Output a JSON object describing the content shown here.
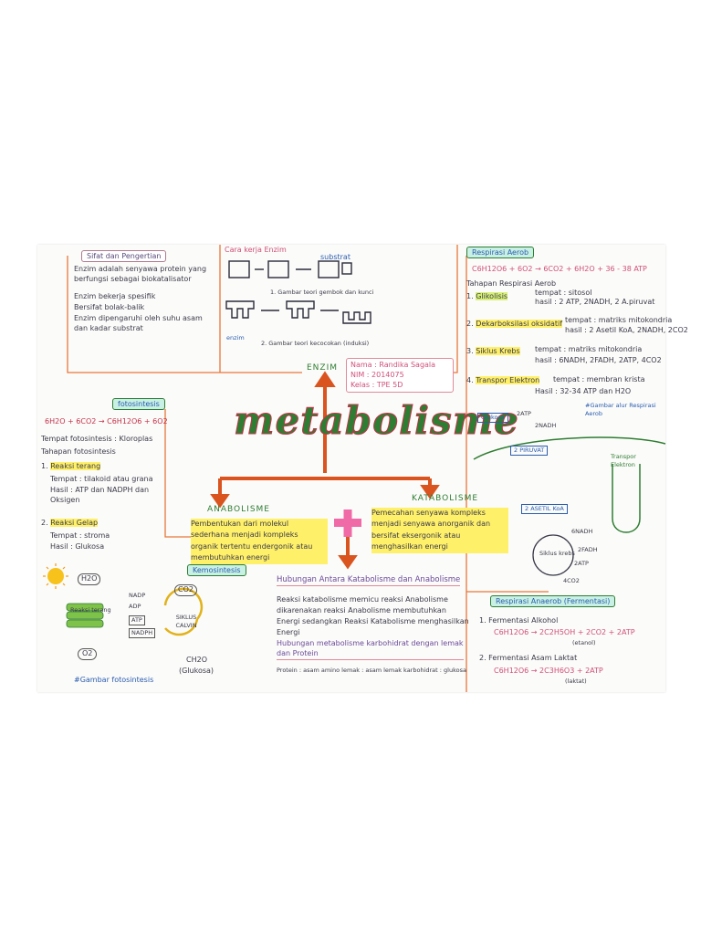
{
  "title": "metabolisme",
  "identity": {
    "nama": "Nama : Randika Sagala",
    "nim": "NIM : 2014075",
    "kelas": "Kelas : TPE 5D"
  },
  "enzim": {
    "label": "ENZIM",
    "sifat_title": "Sifat dan Pengertian",
    "sifat_items": [
      "Enzim adalah senyawa protein yang berfungsi sebagai biokatalisator",
      "Enzim bekerja spesifik",
      "Bersifat bolak-balik",
      "Enzim dipengaruhi oleh suhu asam dan kadar substrat"
    ],
    "cara_title": "Cara kerja Enzim",
    "cara_caption1": "1. Gambar teori gembok dan kunci",
    "cara_caption2": "2. Gambar teori kecocokan (induksi)",
    "labels": [
      "substrat",
      "enzim"
    ]
  },
  "fotosintesis": {
    "title": "fotosintesis",
    "equation": "6H2O + 6CO2 → C6H12O6 + 6O2",
    "tempat": "Tempat fotosintesis : Kloroplas",
    "tahapan": "Tahapan fotosintesis",
    "terang_title": "Reaksi terang",
    "terang_tempat": "Tempat : tilakoid atau grana",
    "terang_hasil": "Hasil : ATP dan NADPH dan Oksigen",
    "gelap_title": "Reaksi Gelap",
    "gelap_tempat": "Tempat : stroma",
    "gelap_hasil": "Hasil : Glukosa",
    "diagram_caption": "#Gambar fotosintesis",
    "diagram_labels": [
      "H2O",
      "O2",
      "NADP",
      "ADP",
      "ATP",
      "NADPH",
      "CO2",
      "SIKLUS CALVIN",
      "CH2O",
      "(Glukosa)",
      "Reaksi terang"
    ]
  },
  "anabolisme": {
    "label": "ANABOLISME",
    "definition": "Pembentukan dari molekul sederhana menjadi kompleks organik tertentu endergonik atau membutuhkan energi"
  },
  "katabolisme": {
    "label": "KATABOLISME",
    "definition": "Pemecahan senyawa kompleks menjadi senyawa anorganik dan bersifat eksergonik atau menghasilkan energi"
  },
  "kemosintesis": {
    "title": "Kemosintesis"
  },
  "hubungan": {
    "title": "Hubungan Antara Katabolisme dan Anabolisme",
    "lines": [
      "Reaksi katabolisme memicu reaksi Anabolisme",
      "dikarenakan reaksi Anabolisme membutuhkan",
      "Energi sedangkan Reaksi Katabolisme menghasilkan",
      "Energi"
    ],
    "highlight": "Hubungan metabolisme karbohidrat dengan lemak dan Protein",
    "footer": "Protein : asam amino   lemak : asam lemak   karbohidrat : glukosa"
  },
  "respirasi_aerob": {
    "title": "Respirasi Aerob",
    "equation": "C6H12O6 + 6O2 → 6CO2 + 6H2O + 36 - 38 ATP",
    "tahapan": "Tahapan Respirasi Aerob",
    "steps": [
      {
        "name": "Glikolisis",
        "tempat": "tempat : sitosol",
        "hasil": "hasil : 2 ATP, 2NADH, 2 A.piruvat"
      },
      {
        "name": "Dekarboksilasi oksidatif",
        "tempat": "tempat : matriks mitokondria",
        "hasil": "hasil : 2 Asetil KoA, 2NADH, 2CO2"
      },
      {
        "name": "Siklus Krebs",
        "tempat": "tempat : matriks mitokondria",
        "hasil": "hasil : 6NADH, 2FADH, 2ATP, 4CO2"
      },
      {
        "name": "Transpor Elektron",
        "tempat": "tempat : membran krista",
        "hasil": "Hasil : 32-34 ATP dan H2O"
      }
    ],
    "diagram_caption": "#Gambar alur Respirasi Aerob",
    "diagram_labels": [
      "Glukosa",
      "2ATP",
      "2NADH",
      "2 PIRUVAT",
      "2 ASETIL KoA",
      "Siklus krebs",
      "6NADH",
      "2FADH",
      "2ATP",
      "4CO2",
      "Transpor Elektron"
    ]
  },
  "respirasi_anaerob": {
    "title": "Respirasi Anaerob (Fermentasi)",
    "step1": "1. Fermentasi Alkohol",
    "eq1": "C6H12O6 → 2C2H5OH + 2CO2 + 2ATP",
    "eq1_note": "(etanol)",
    "step2": "2. Fermentasi Asam Laktat",
    "eq2": "C6H12O6 → 2C3H6O3 + 2ATP",
    "eq2_note": "(laktat)"
  }
}
